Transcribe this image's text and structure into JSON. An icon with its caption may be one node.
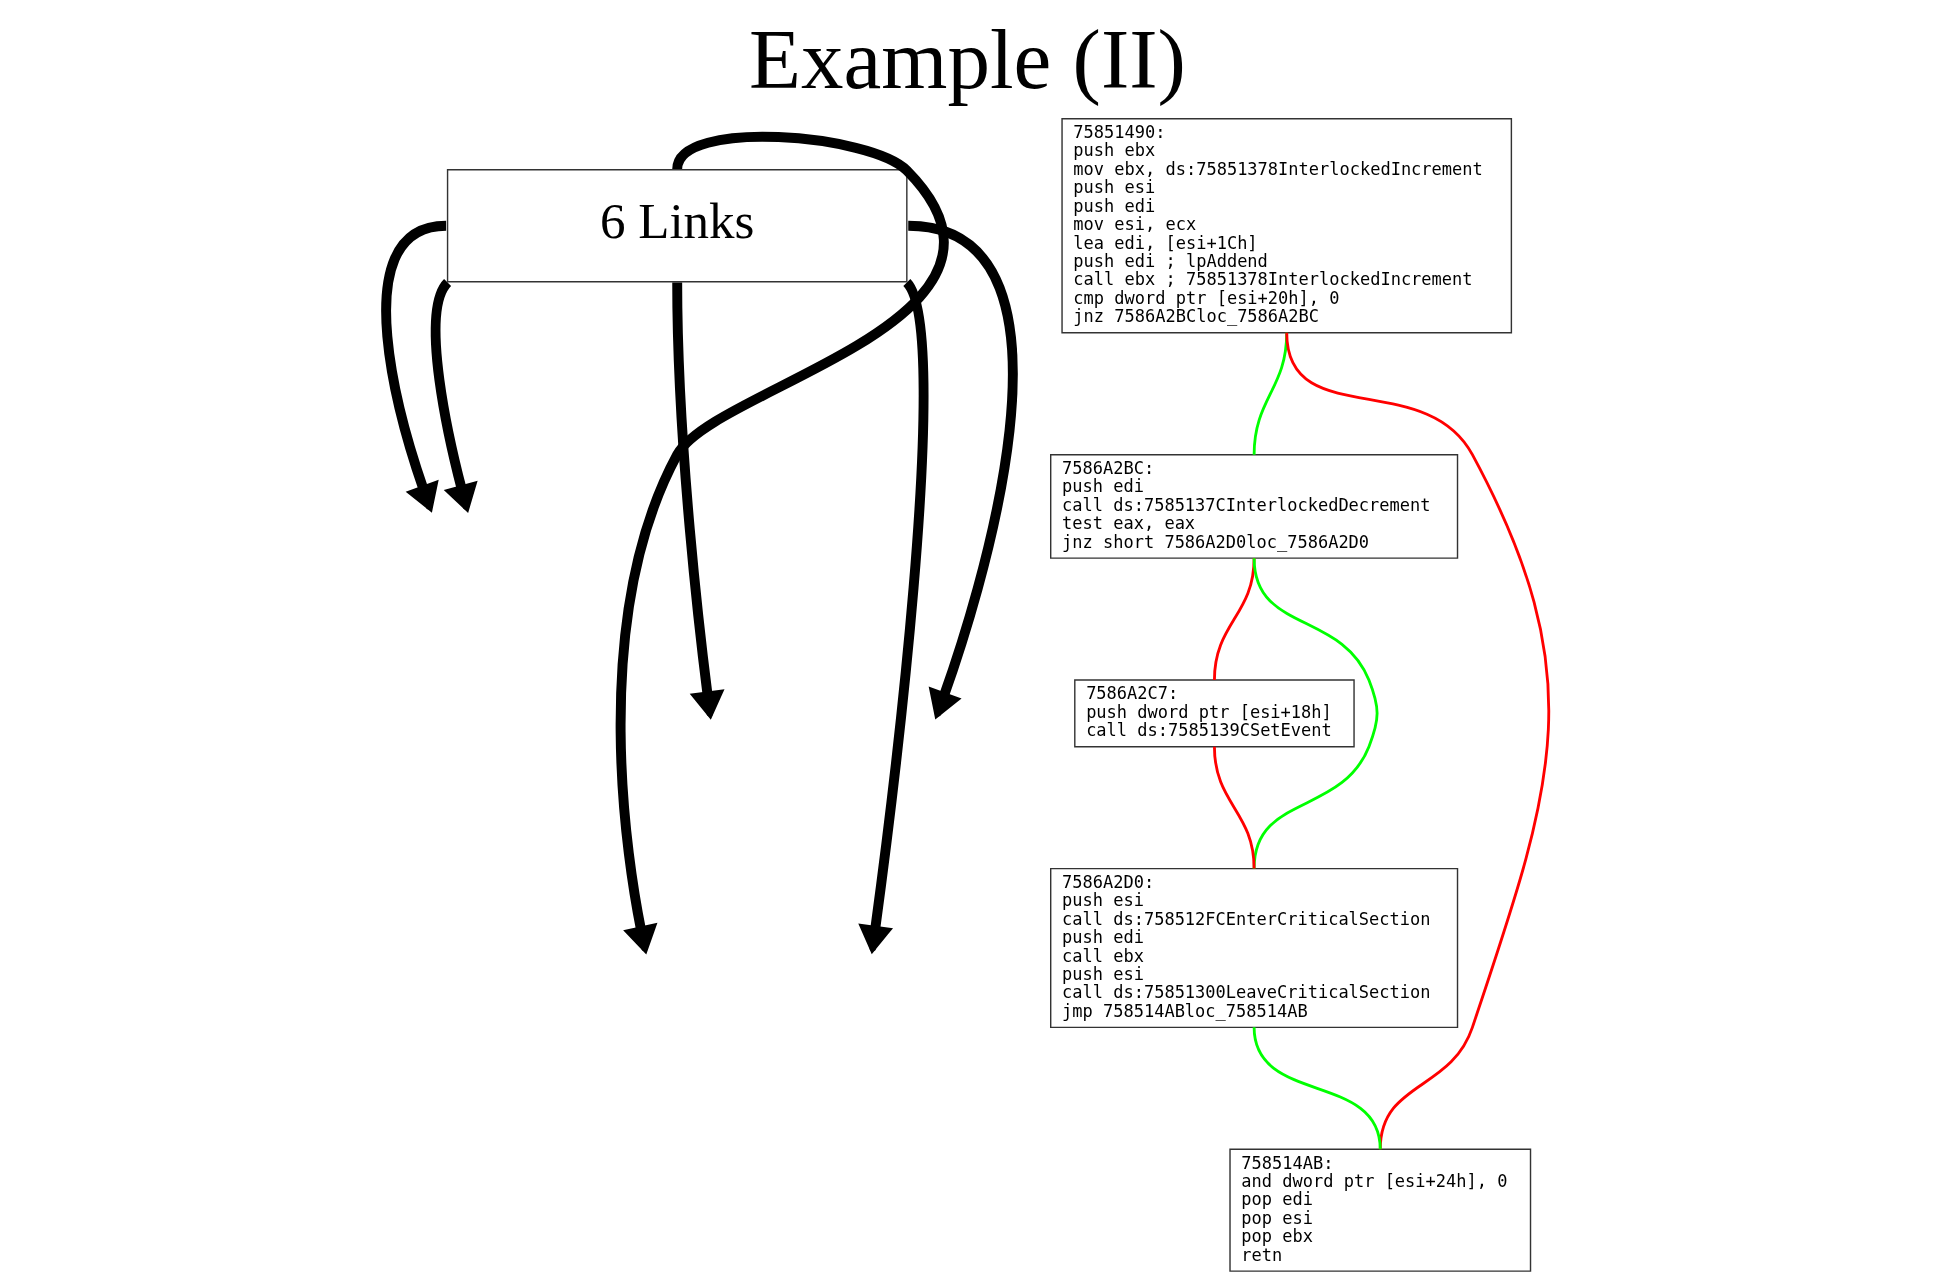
{
  "diagram": {
    "title": "Example (II)",
    "nodes": [
      {
        "text": [
          "6 Links"
        ]
      },
      {
        "text": [
          "75851490:",
          "push ebx",
          "mov ebx, ds:75851378InterlockedIncrement",
          "push esi",
          "push edi",
          "mov esi, ecx",
          "lea edi, [esi+1Ch]",
          "push edi ; lpAddend",
          "call ebx ; 75851378InterlockedIncrement",
          "cmp dword ptr [esi+20h], 0",
          "jnz 7586A2BCloc_7586A2BC"
        ]
      },
      {
        "text": [
          "7586A2BC:",
          "push edi",
          "call ds:7585137CInterlockedDecrement",
          "test eax, eax",
          "jnz short 7586A2D0loc_7586A2D0"
        ]
      },
      {
        "text": [
          "7586A2C7:",
          "push dword ptr [esi+18h]",
          "call ds:7585139CSetEvent"
        ]
      },
      {
        "text": [
          "7586A2D0:",
          "push esi",
          "call ds:758512FCEnterCriticalSection",
          "push edi",
          "call ebx",
          "push esi",
          "call ds:75851300LeaveCriticalSection",
          "jmp 758514ABloc_758514AB"
        ]
      },
      {
        "text": [
          "758514AB:",
          "and dword ptr [esi+24h], 0",
          "pop edi",
          "pop esi",
          "pop ebx",
          "retn"
        ]
      }
    ],
    "edges": [
      {
        "from": 1,
        "to": 2,
        "arrow": "none",
        "color": "#00ff00"
      },
      {
        "from": 1,
        "to": 5,
        "arrow": "none",
        "color": "#ff0000"
      },
      {
        "from": 2,
        "to": 3,
        "arrow": "none",
        "color": "#ff0000"
      },
      {
        "from": 2,
        "to": 4,
        "arrow": "none",
        "color": "#00ff00"
      },
      {
        "from": 3,
        "to": 4,
        "arrow": "none",
        "color": "#ff0000"
      },
      {
        "from": 4,
        "to": 5,
        "arrow": "none",
        "color": "#00ff00"
      },
      {
        "from": 0,
        "to": null,
        "arrow": "to",
        "style": "thick",
        "color": "#000000"
      },
      {
        "from": 0,
        "to": null,
        "arrow": "to",
        "style": "thick",
        "color": "#000000"
      },
      {
        "from": 0,
        "to": null,
        "arrow": "to",
        "style": "thick",
        "color": "#000000"
      },
      {
        "from": 0,
        "to": null,
        "arrow": "to",
        "style": "thick",
        "color": "#000000"
      },
      {
        "from": 0,
        "to": null,
        "arrow": "to",
        "style": "thick",
        "color": "#000000"
      },
      {
        "from": 0,
        "to": null,
        "arrow": "to",
        "style": "thick",
        "color": "#000000"
      }
    ]
  }
}
